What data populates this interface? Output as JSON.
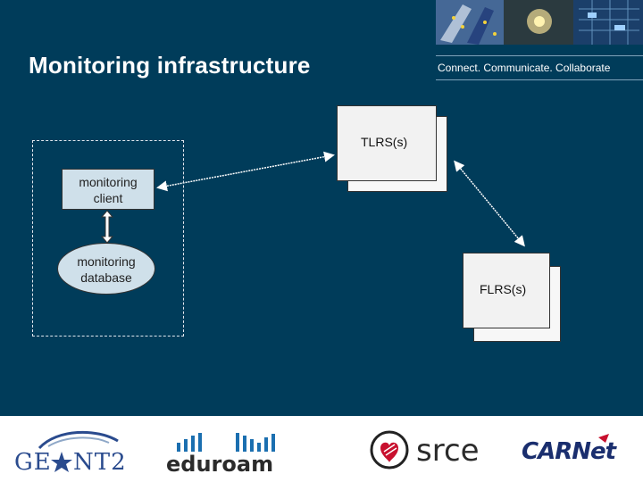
{
  "slide": {
    "title": "Monitoring infrastructure",
    "tagline": "Connect. Communicate. Collaborate"
  },
  "diagram": {
    "client_label_line1": "monitoring",
    "client_label_line2": "client",
    "database_label_line1": "monitoring",
    "database_label_line2": "database",
    "tlrs_label": "TLRS(s)",
    "flrs_label": "FLRS(s)"
  },
  "footer": {
    "logos": {
      "geant": "GÉANT2",
      "eduroam": "eduroam",
      "srce": "srce",
      "carnet": "CARNet"
    }
  },
  "colors": {
    "background": "#003c5a",
    "box_fill": "#cfe0ea",
    "card_fill": "#f2f2f2",
    "footer": "#ffffff"
  }
}
